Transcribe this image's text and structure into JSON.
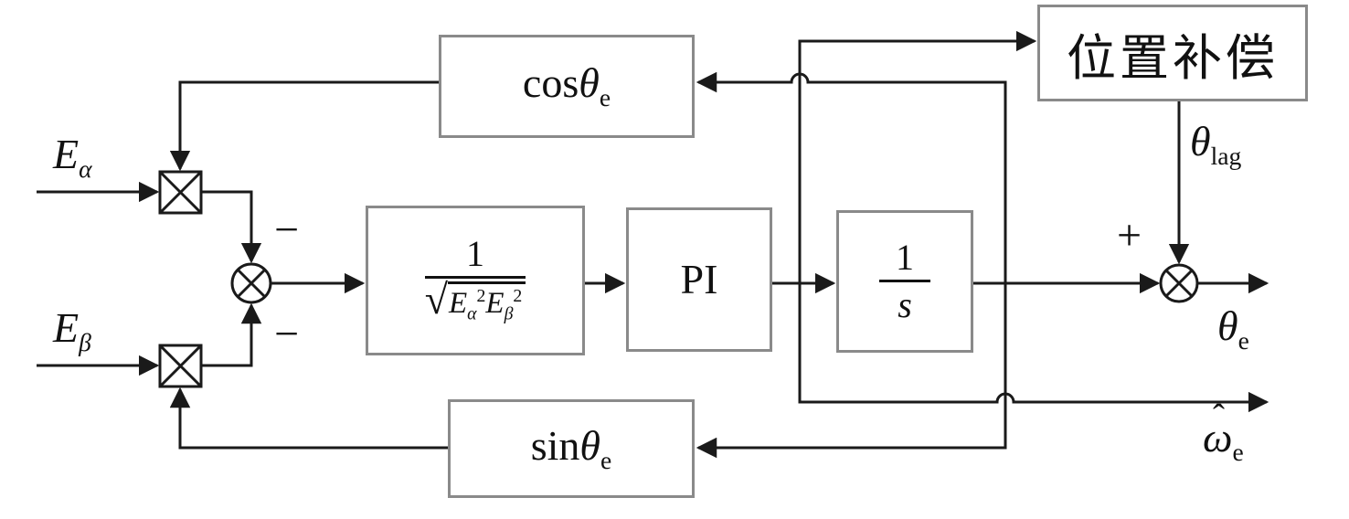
{
  "colors": {
    "line": "#1a1a1a",
    "block_border": "#8a8a8a",
    "background": "#ffffff",
    "text": "#111111"
  },
  "inputs": {
    "e_alpha": {
      "base": "E",
      "sub": "α"
    },
    "e_beta": {
      "base": "E",
      "sub": "β"
    }
  },
  "sum_junction": {
    "sign_top": "−",
    "sign_bottom": "−"
  },
  "output_junction": {
    "sign": "+"
  },
  "blocks": {
    "cos": {
      "fn": "cos",
      "var": "θ",
      "sub": "e"
    },
    "sin": {
      "fn": "sin",
      "var": "θ",
      "sub": "e"
    },
    "normalizer": {
      "numerator": "1",
      "radical": "√",
      "term1_base": "E",
      "term1_sub": "α",
      "term1_sup": "2",
      "term2_base": "E",
      "term2_sub": "β",
      "term2_sup": "2"
    },
    "pi": {
      "label": "PI"
    },
    "integrator": {
      "numerator": "1",
      "denominator": "s"
    },
    "position_compensation": {
      "label": "位置补偿"
    }
  },
  "signals": {
    "theta_lag": {
      "base": "θ",
      "sub": "lag"
    },
    "theta_e": {
      "base": "θ",
      "sub": "e"
    },
    "omega_e": {
      "hat": "ˆ",
      "base": "ω",
      "sub": "e"
    }
  }
}
